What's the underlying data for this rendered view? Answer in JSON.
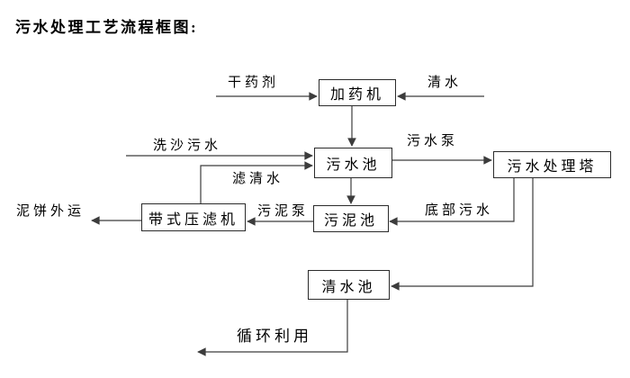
{
  "title": "污水处理工艺流程框图:",
  "nodes": {
    "dosing_machine": {
      "label": "加药机"
    },
    "sewage_pool": {
      "label": "污水池"
    },
    "sewage_treatment_tower": {
      "label": "污水处理塔"
    },
    "sludge_pool": {
      "label": "污泥池"
    },
    "belt_filter_press": {
      "label": "带式压滤机"
    },
    "clear_water_pool": {
      "label": "清水池"
    }
  },
  "flow_labels": {
    "dry_agent": "干药剂",
    "clean_water": "清水",
    "sand_washing_sewage": "洗沙污水",
    "filtered_clear_water": "滤清水",
    "sewage_pump": "污水泵",
    "bottom_sewage": "底部污水",
    "sludge_pump": "污泥泵",
    "mud_cake_outbound": "泥饼外运",
    "recycling_use": "循环利用"
  },
  "colors": {
    "line": "#3c3c3c",
    "box_border": "#2b2b2b",
    "text": "#000000",
    "background": "#ffffff"
  }
}
